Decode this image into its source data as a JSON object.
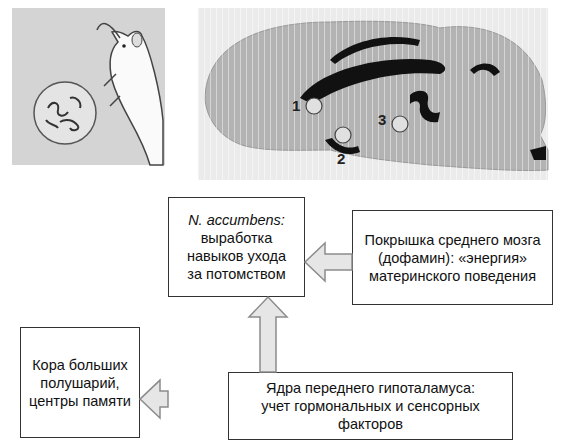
{
  "diagram": {
    "nodes": [
      {
        "text": [
          "N. accumbens:",
          "выработка навыков ухода за потомством"
        ]
      },
      {
        "text": [
          "Покрышка среднего мозга (дофамин): «энергия» материнского поведения"
        ]
      },
      {
        "text": [
          "Кора больших полушарий, центры памяти"
        ]
      },
      {
        "text": [
          "Ядра переднего гипоталамуса: учет гормональных и сенсорных факторов"
        ]
      }
    ],
    "edges": [
      {
        "from": 1,
        "to": 0,
        "arrow": "to"
      },
      {
        "from": 3,
        "to": 0,
        "arrow": "to"
      },
      {
        "from": 0,
        "to": 2,
        "arrow": "to"
      }
    ],
    "labels": [
      "1",
      "2",
      "3"
    ]
  }
}
